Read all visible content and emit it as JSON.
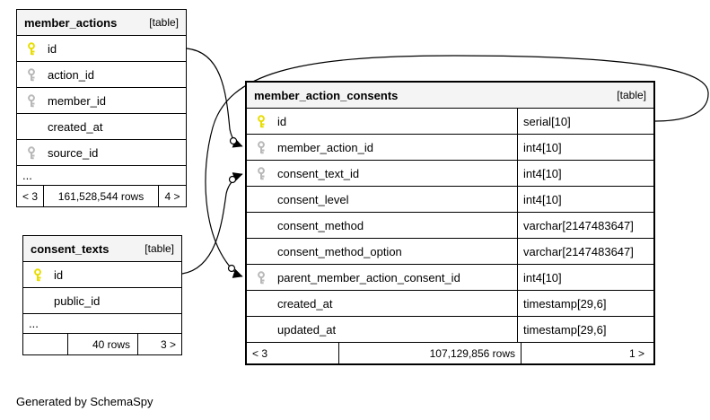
{
  "footer_note": "Generated by SchemaSpy",
  "colors": {
    "primary_key": "#e8dd00",
    "foreign_key": "#b8b8b8",
    "header_bg": "#f4f4f4",
    "border": "#000000"
  },
  "tables": [
    {
      "id": "member_actions",
      "name": "member_actions",
      "badge": "[table]",
      "columns": [
        {
          "name": "id",
          "key": "primary"
        },
        {
          "name": "action_id",
          "key": "foreign"
        },
        {
          "name": "member_id",
          "key": "foreign"
        },
        {
          "name": "created_at",
          "key": null
        },
        {
          "name": "source_id",
          "key": "foreign"
        },
        {
          "name": "...",
          "ellipsis": true
        }
      ],
      "footer": {
        "left": "< 3",
        "center": "161,528,544 rows",
        "right": "4 >"
      }
    },
    {
      "id": "consent_texts",
      "name": "consent_texts",
      "badge": "[table]",
      "columns": [
        {
          "name": "id",
          "key": "primary"
        },
        {
          "name": "public_id",
          "key": null
        },
        {
          "name": "...",
          "ellipsis": true
        }
      ],
      "footer": {
        "left": "",
        "center": "40 rows",
        "right": "3 >"
      }
    },
    {
      "id": "member_action_consents",
      "name": "member_action_consents",
      "badge": "[table]",
      "columns": [
        {
          "name": "id",
          "type": "serial[10]",
          "key": "primary"
        },
        {
          "name": "member_action_id",
          "type": "int4[10]",
          "key": "foreign"
        },
        {
          "name": "consent_text_id",
          "type": "int4[10]",
          "key": "foreign"
        },
        {
          "name": "consent_level",
          "type": "int4[10]",
          "key": null
        },
        {
          "name": "consent_method",
          "type": "varchar[2147483647]",
          "key": null
        },
        {
          "name": "consent_method_option",
          "type": "varchar[2147483647]",
          "key": null
        },
        {
          "name": "parent_member_action_consent_id",
          "type": "int4[10]",
          "key": "foreign"
        },
        {
          "name": "created_at",
          "type": "timestamp[29,6]",
          "key": null
        },
        {
          "name": "updated_at",
          "type": "timestamp[29,6]",
          "key": null
        }
      ],
      "footer": {
        "left": "< 3",
        "center": "107,129,856 rows",
        "right": "1 >"
      }
    }
  ],
  "relationships": [
    {
      "from": "member_actions.id",
      "to": "member_action_consents.member_action_id"
    },
    {
      "from": "consent_texts.id",
      "to": "member_action_consents.consent_text_id"
    },
    {
      "from": "member_action_consents.id",
      "to": "member_action_consents.parent_member_action_consent_id"
    }
  ]
}
